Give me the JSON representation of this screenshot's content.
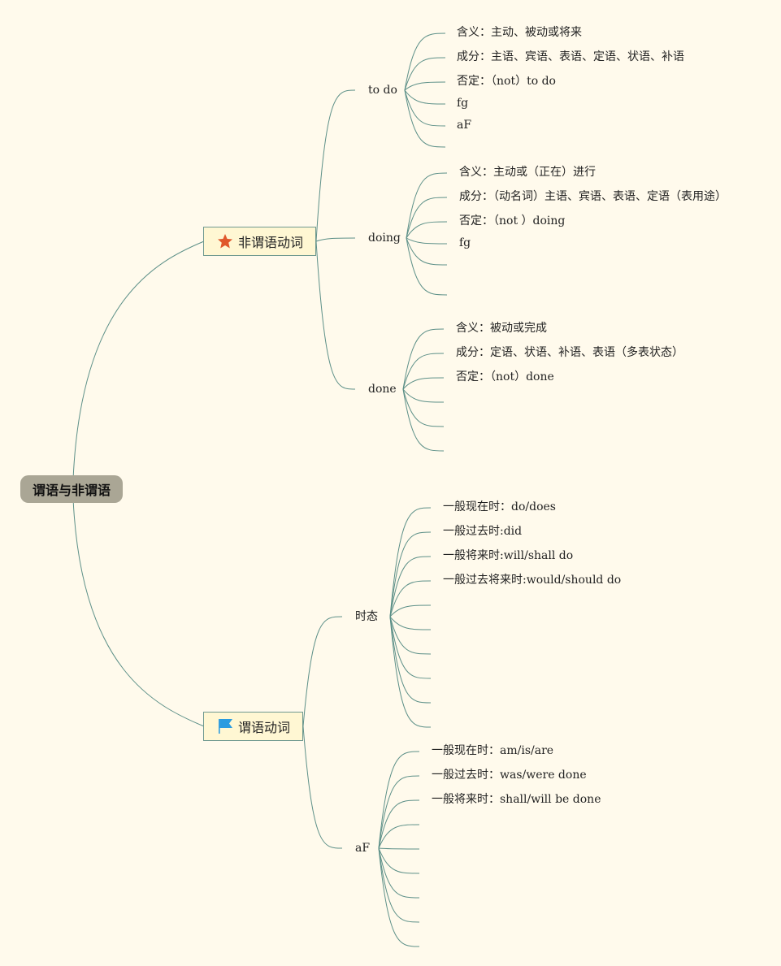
{
  "root": "谓语与非谓语",
  "branches": [
    {
      "label": "非谓语动词",
      "icon": "star-icon",
      "icon_color": "#e0582c",
      "children": [
        {
          "label": "to do",
          "leaves": [
            "含义：主动、被动或将来",
            "成分：主语、宾语、表语、定语、状语、补语",
            "否定：（not）to do",
            "fg",
            "aF",
            ""
          ]
        },
        {
          "label": "doing",
          "leaves": [
            "含义：主动或（正在）进行",
            "成分：（动名词）主语、宾语、表语、定语（表用途）",
            "否定：（not ）doing",
            "fg",
            "",
            ""
          ]
        },
        {
          "label": "done",
          "leaves": [
            "含义：被动或完成",
            "成分：定语、状语、补语、表语（多表状态）",
            "否定：（not）done",
            "",
            "",
            ""
          ]
        }
      ]
    },
    {
      "label": "谓语动词",
      "icon": "flag-icon",
      "icon_color": "#2a9be0",
      "children": [
        {
          "label": "时态",
          "leaves": [
            "一般现在时：do/does",
            "一般过去时:did",
            "一般将来时:will/shall do",
            "一般过去将来时:would/should do",
            "",
            "",
            "",
            "",
            "",
            ""
          ]
        },
        {
          "label": "aF",
          "leaves": [
            "一般现在时：am/is/are",
            "一般过去时：was/were done",
            "一般将来时：shall/will be done",
            "",
            "",
            "",
            "",
            "",
            ""
          ]
        }
      ]
    }
  ]
}
